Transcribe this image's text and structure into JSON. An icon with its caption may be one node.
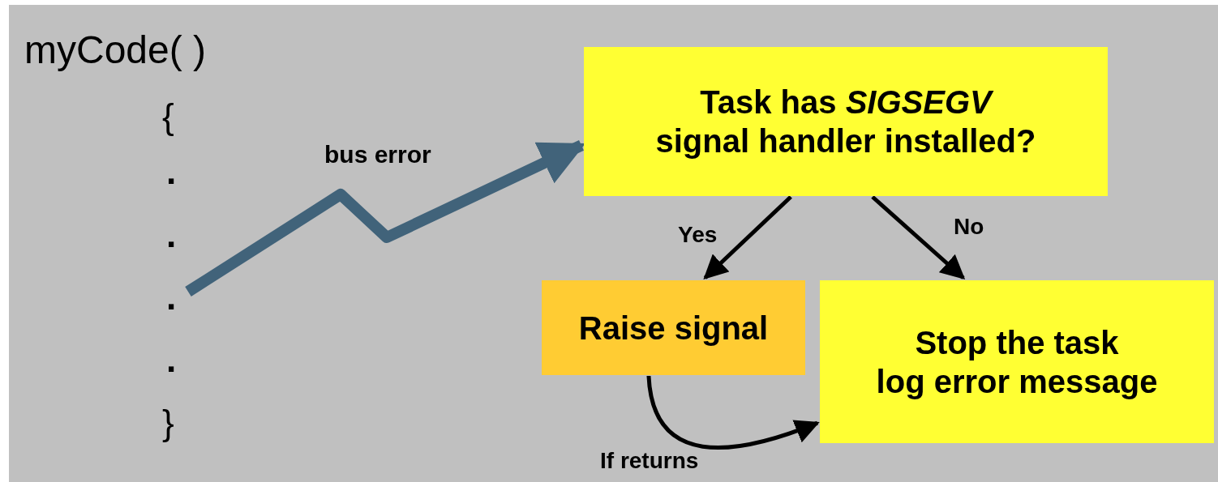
{
  "diagram": {
    "nodes": [
      {
        "text": [
          "Task has *SIGSEGV* signal handler installed?"
        ]
      },
      {
        "text": [
          "Raise signal"
        ]
      },
      {
        "text": [
          "Stop the task log error message"
        ]
      }
    ],
    "edges": [
      {
        "from": null,
        "to": 0,
        "arrow": "to",
        "label": "bus error",
        "style": "thick",
        "color": "#41637a"
      },
      {
        "from": 0,
        "to": 1,
        "arrow": "to",
        "label": "Yes"
      },
      {
        "from": 0,
        "to": 2,
        "arrow": "to",
        "label": "No"
      },
      {
        "from": 1,
        "to": 2,
        "arrow": "to",
        "label": "If returns"
      }
    ],
    "labels": [
      "myCode( )",
      "{",
      ".",
      ".",
      ".",
      ".",
      "}"
    ]
  }
}
